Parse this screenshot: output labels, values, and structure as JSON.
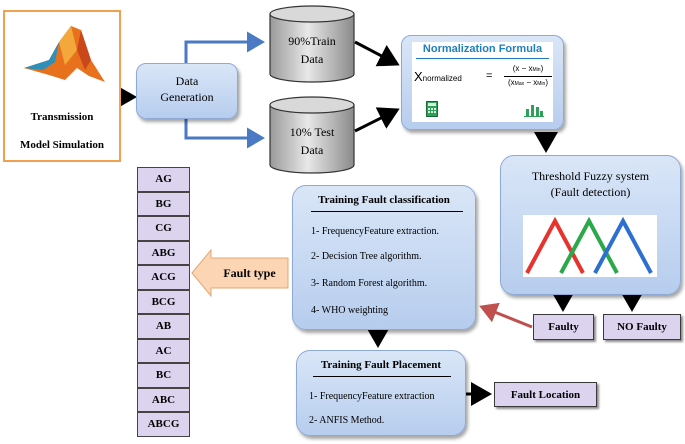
{
  "simulation": {
    "label_line1": "Transmission",
    "label_line2": "Model Simulation"
  },
  "data_generation": {
    "line1": "Data",
    "line2": "Generation"
  },
  "train_data": {
    "line1": "90%Train",
    "line2": "Data"
  },
  "test_data": {
    "line1": "10% Test",
    "line2": "Data"
  },
  "normalization": {
    "title": "Normalization Formula",
    "lhs": "X",
    "lhs_sub": "normalized",
    "equals": "=",
    "numerator": "(x − x",
    "numerator_sub": "Min",
    "denominator": "(x",
    "denominator_sub1": "Max",
    "denominator_mid": " − x",
    "denominator_sub2": "Min",
    "title_color": "#1f7fbf"
  },
  "fuzzy": {
    "line1": "Threshold Fuzzy system",
    "line2": "(Fault detection)",
    "colors": [
      "#e8322e",
      "#2ba84a",
      "#2c6fd1"
    ]
  },
  "classification": {
    "title": "Training Fault classification",
    "items": [
      "1- FrequencyFeature extraction.",
      "2- Decision Tree algorithm.",
      "3- Random Forest algorithm.",
      "4- WHO weighting"
    ]
  },
  "fault_type": {
    "label": "Fault type"
  },
  "fault_list": [
    "AG",
    "BG",
    "CG",
    "ABG",
    "ACG",
    "BCG",
    "AB",
    "AC",
    "BC",
    "ABC",
    "ABCG"
  ],
  "faulty": {
    "label": "Faulty"
  },
  "no_faulty": {
    "label": "NO Faulty"
  },
  "placement": {
    "title": "Training Fault Placement",
    "items": [
      "1- FrequencyFeature extraction",
      "2- ANFIS Method."
    ]
  },
  "fault_location": {
    "label": "Fault Location"
  }
}
